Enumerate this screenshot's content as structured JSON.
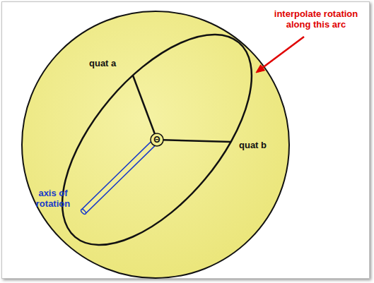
{
  "diagram": {
    "labels": [
      "interpolate rotation along this arc",
      "quat a",
      "Θ",
      "quat b",
      "axis of rotation"
    ]
  }
}
